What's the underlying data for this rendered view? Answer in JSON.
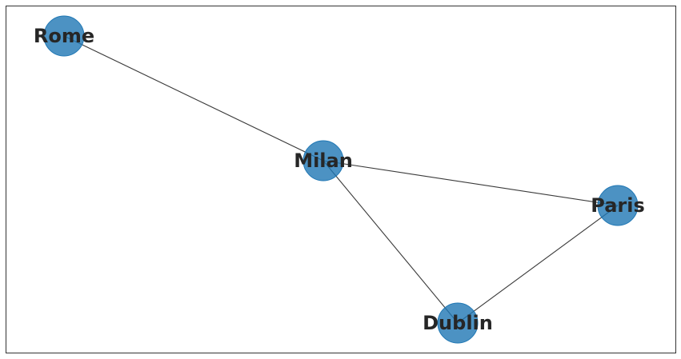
{
  "graph": {
    "nodes": [
      {
        "id": "rome",
        "label": "Rome"
      },
      {
        "id": "milan",
        "label": "Milan"
      },
      {
        "id": "paris",
        "label": "Paris"
      },
      {
        "id": "dublin",
        "label": "Dublin"
      }
    ],
    "edges": [
      {
        "source": "rome",
        "target": "milan"
      },
      {
        "source": "milan",
        "target": "paris"
      },
      {
        "source": "milan",
        "target": "dublin"
      },
      {
        "source": "dublin",
        "target": "paris"
      }
    ],
    "colors": {
      "node_fill": "#1f77b4",
      "edge": "#3a3a3a",
      "label": "#262626"
    }
  }
}
